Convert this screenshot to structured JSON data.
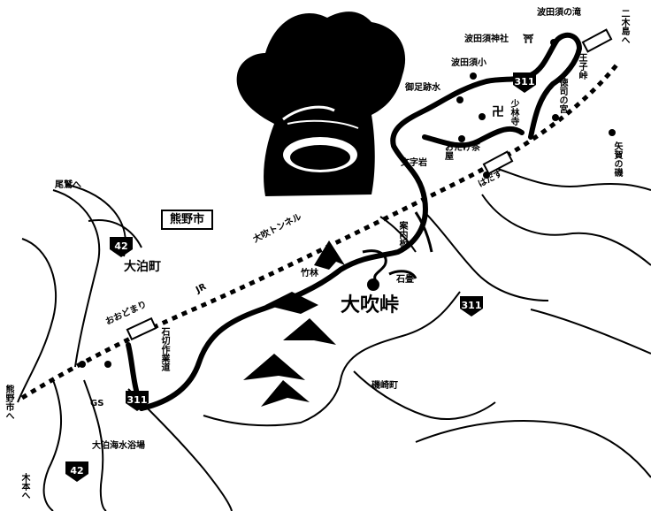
{
  "map": {
    "city_name": "熊野市",
    "pass_name": "大吹峠",
    "tunnel": "大吹トンネル",
    "rail": "JR",
    "places": {
      "oodomari_cho": "大泊町",
      "hadasu_falls": "波田須の滝",
      "hadasu_shrine": "波田須神社",
      "shrine_mark": "⛩",
      "hadasu_school": "波田須小",
      "gosoku_water": "御足跡水",
      "temple_mark": "卍",
      "shorinji": "少林寺",
      "oji_toge": "王子峠",
      "tokufuku_miya": "徳司の宮",
      "otake_chaya": "おたけ茶屋",
      "monjiiwa": "文字岩",
      "hadasu": "はだす",
      "annai_ban": "案内板",
      "takebayashi": "竹林",
      "ishidatami": "石畳",
      "ishikiri_kaido": "石切作業道",
      "odomari_station": "おおどまり",
      "gs": "GS",
      "beach": "大泊海水浴場",
      "isobe": "磯崎町",
      "nikishima": "二木島へ",
      "yashiki_falls": "矢賀の磯",
      "owase": "尾鷲へ",
      "kumano_city_way": "熊野市へ",
      "kihou": "木本へ"
    },
    "routes": {
      "r42_top": "42",
      "r42_bottom": "42",
      "r311_west": "311",
      "r311_east": "311",
      "r311_north": "311"
    }
  },
  "colors": {
    "ink": "#000000",
    "paper": "#ffffff"
  }
}
